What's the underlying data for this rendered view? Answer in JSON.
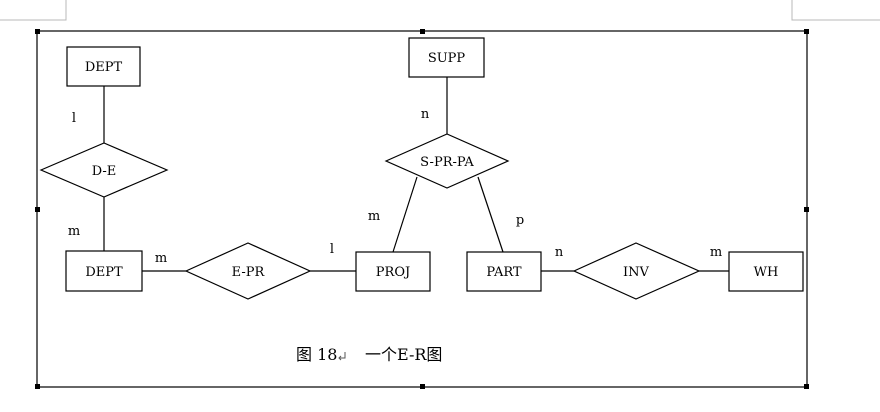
{
  "entities": {
    "dept_top": "DEPT",
    "supp": "SUPP",
    "dept_bottom": "DEPT",
    "proj": "PROJ",
    "part": "PART",
    "wh": "WH"
  },
  "relationships": {
    "de": "D-E",
    "sprpa": "S-PR-PA",
    "epr": "E-PR",
    "inv": "INV"
  },
  "cardinalities": {
    "dept_de": "l",
    "de_dept": "m",
    "supp_sprpa": "n",
    "sprpa_proj": "m",
    "sprpa_part": "p",
    "dept_epr": "m",
    "epr_proj": "l",
    "part_inv": "n",
    "inv_wh": "m"
  },
  "caption": {
    "number": "图 18",
    "title": "一个E-R图"
  }
}
